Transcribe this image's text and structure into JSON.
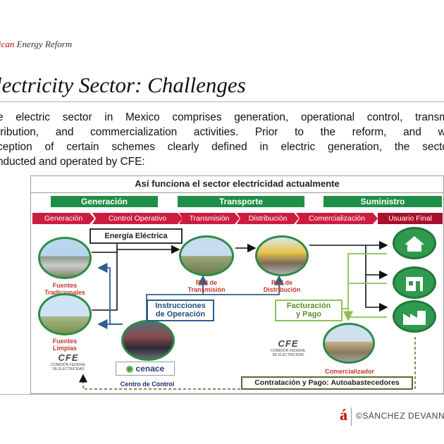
{
  "header": {
    "prefix_red": "ican",
    "suffix": " Energy Reform"
  },
  "title": "lectricity Sector: Challenges",
  "body_lines": [
    "e electric sector in Mexico comprises generation, operational control, transm",
    "tribution, and commercialization activities. Prior to the reform, and wi",
    "ception of certain schemes clearly defined in electric generation, the secto",
    "nducted and operated by CFE:"
  ],
  "figure": {
    "title": "Así funciona el sector electricidad actualmente",
    "groups": [
      "Generación",
      "Transporte",
      "Suministro"
    ],
    "steps": [
      "Generación",
      "Control Operativo",
      "Transmisión",
      "Distribución",
      "Comercialización",
      "Usuario Final"
    ],
    "energia_electrica": "Energía Eléctrica",
    "fuentes_tradicionales": [
      "Fuentes",
      "Tradicionales"
    ],
    "fuentes_limpias": [
      "Fuentes",
      "Limpias"
    ],
    "red_transmision": [
      "Red de",
      "Transmisión"
    ],
    "red_distribucion": [
      "Red de",
      "Distribución"
    ],
    "instrucciones": [
      "Instrucciones",
      "de Operación"
    ],
    "facturacion": [
      "Facturación",
      "y Pago"
    ],
    "comercializador": "Comercializador",
    "centro_control": "Centro de Control",
    "contratacion": "Contratación y Pago: Autoabastecedores",
    "cfe_logo": "CFE",
    "cfe_sub": [
      "COMISIÓN FEDERAL",
      "DE ELECTRICIDAD"
    ],
    "cenace": "cenace"
  },
  "footer": {
    "logo": "á",
    "text": "©SÁNCHEZ DEVANNY®,"
  },
  "colors": {
    "green": "#1f8f48",
    "red": "#cc1d3f",
    "accent_red": "#c00000"
  }
}
